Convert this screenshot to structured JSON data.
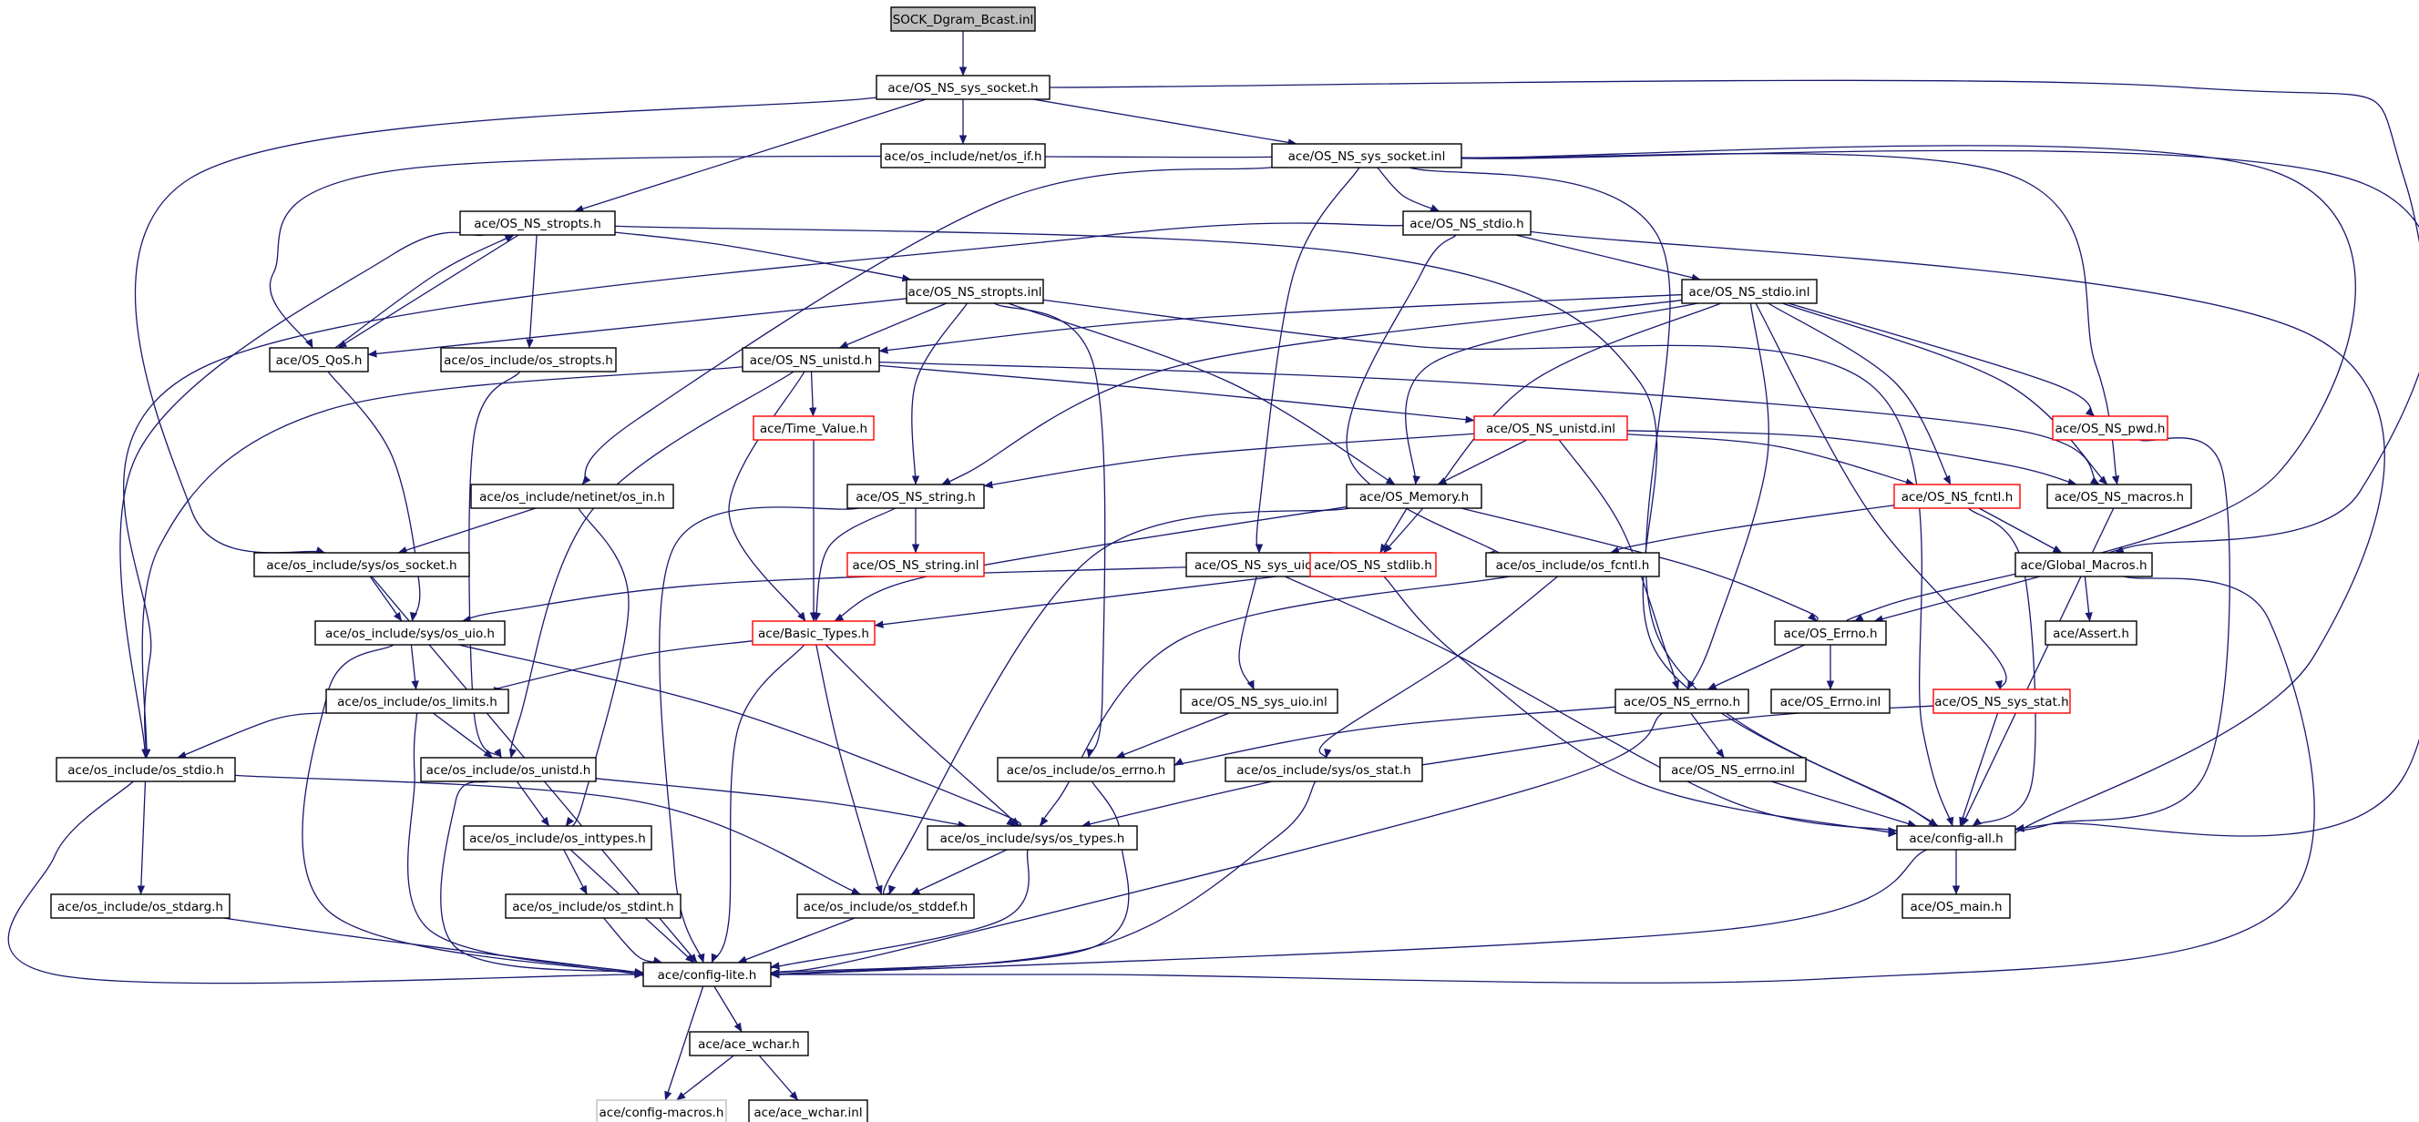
{
  "colors": {
    "edge": "#191970",
    "border_normal": "#000000",
    "border_truncated": "#ff0000",
    "border_undocumented": "#bfbfbf",
    "root_fill": "#bfbfbf",
    "node_fill": "#ffffff",
    "text": "#000000"
  },
  "nodes": {
    "n00": {
      "label": "SOCK_Dgram_Bcast.inl",
      "kind": "root"
    },
    "n01": {
      "label": "ace/OS_NS_sys_socket.h",
      "kind": "normal"
    },
    "n02": {
      "label": "ace/os_include/net/os_if.h",
      "kind": "normal"
    },
    "n03": {
      "label": "ace/OS_NS_sys_socket.inl",
      "kind": "normal"
    },
    "n04": {
      "label": "ace/OS_NS_stropts.h",
      "kind": "normal"
    },
    "n05": {
      "label": "ace/OS_NS_stdio.h",
      "kind": "normal"
    },
    "n06": {
      "label": "ace/OS_NS_stropts.inl",
      "kind": "normal"
    },
    "n07": {
      "label": "ace/OS_NS_stdio.inl",
      "kind": "normal"
    },
    "n08": {
      "label": "ace/OS_QoS.h",
      "kind": "normal"
    },
    "n09": {
      "label": "ace/os_include/os_stropts.h",
      "kind": "normal"
    },
    "n10": {
      "label": "ace/OS_NS_unistd.h",
      "kind": "normal"
    },
    "n11": {
      "label": "ace/Time_Value.h",
      "kind": "truncated"
    },
    "n12": {
      "label": "ace/OS_NS_unistd.inl",
      "kind": "truncated"
    },
    "n13": {
      "label": "ace/OS_NS_pwd.h",
      "kind": "truncated"
    },
    "n14": {
      "label": "ace/os_include/netinet/os_in.h",
      "kind": "normal"
    },
    "n15": {
      "label": "ace/OS_NS_string.h",
      "kind": "normal"
    },
    "n16": {
      "label": "ace/OS_Memory.h",
      "kind": "normal"
    },
    "n17": {
      "label": "ace/OS_NS_fcntl.h",
      "kind": "truncated"
    },
    "n18": {
      "label": "ace/OS_NS_macros.h",
      "kind": "normal"
    },
    "n19": {
      "label": "ace/os_include/sys/os_socket.h",
      "kind": "normal"
    },
    "n20": {
      "label": "ace/OS_NS_string.inl",
      "kind": "truncated"
    },
    "n21": {
      "label": "ace/OS_NS_sys_uio.h",
      "kind": "normal"
    },
    "n22": {
      "label": "ace/OS_NS_stdlib.h",
      "kind": "truncated"
    },
    "n23": {
      "label": "ace/os_include/os_fcntl.h",
      "kind": "normal"
    },
    "n24": {
      "label": "ace/Global_Macros.h",
      "kind": "normal"
    },
    "n25": {
      "label": "ace/os_include/sys/os_uio.h",
      "kind": "normal"
    },
    "n26": {
      "label": "ace/Basic_Types.h",
      "kind": "truncated"
    },
    "n27": {
      "label": "ace/OS_Errno.h",
      "kind": "normal"
    },
    "n28": {
      "label": "ace/Assert.h",
      "kind": "normal"
    },
    "n29": {
      "label": "ace/os_include/os_limits.h",
      "kind": "normal"
    },
    "n30": {
      "label": "ace/OS_NS_sys_uio.inl",
      "kind": "normal"
    },
    "n31": {
      "label": "ace/OS_NS_errno.h",
      "kind": "normal"
    },
    "n32": {
      "label": "ace/OS_Errno.inl",
      "kind": "normal"
    },
    "n33": {
      "label": "ace/OS_NS_sys_stat.h",
      "kind": "truncated"
    },
    "n34": {
      "label": "ace/os_include/os_stdio.h",
      "kind": "normal"
    },
    "n35": {
      "label": "ace/os_include/os_unistd.h",
      "kind": "normal"
    },
    "n36": {
      "label": "ace/os_include/os_errno.h",
      "kind": "normal"
    },
    "n37": {
      "label": "ace/os_include/sys/os_stat.h",
      "kind": "normal"
    },
    "n38": {
      "label": "ace/OS_NS_errno.inl",
      "kind": "normal"
    },
    "n39": {
      "label": "ace/os_include/os_inttypes.h",
      "kind": "normal"
    },
    "n40": {
      "label": "ace/os_include/sys/os_types.h",
      "kind": "normal"
    },
    "n41": {
      "label": "ace/config-all.h",
      "kind": "normal"
    },
    "n42": {
      "label": "ace/os_include/os_stdarg.h",
      "kind": "normal"
    },
    "n43": {
      "label": "ace/os_include/os_stdint.h",
      "kind": "normal"
    },
    "n44": {
      "label": "ace/os_include/os_stddef.h",
      "kind": "normal"
    },
    "n45": {
      "label": "ace/OS_main.h",
      "kind": "normal"
    },
    "n46": {
      "label": "ace/config-lite.h",
      "kind": "normal"
    },
    "n47": {
      "label": "ace/ace_wchar.h",
      "kind": "normal"
    },
    "n48": {
      "label": "ace/config-macros.h",
      "kind": "undocumented"
    },
    "n49": {
      "label": "ace/ace_wchar.inl",
      "kind": "normal"
    }
  },
  "edges": [
    [
      "n00",
      "n01"
    ],
    [
      "n01",
      "n02"
    ],
    [
      "n01",
      "n03"
    ],
    [
      "n01",
      "n04"
    ],
    [
      "n01",
      "n19"
    ],
    [
      "n01",
      "n41"
    ],
    [
      "n03",
      "n05"
    ],
    [
      "n03",
      "n08"
    ],
    [
      "n03",
      "n14"
    ],
    [
      "n03",
      "n21"
    ],
    [
      "n03",
      "n18"
    ],
    [
      "n03",
      "n27"
    ],
    [
      "n03",
      "n24"
    ],
    [
      "n03",
      "n41"
    ],
    [
      "n04",
      "n06"
    ],
    [
      "n04",
      "n08"
    ],
    [
      "n04",
      "n09"
    ],
    [
      "n04",
      "n34"
    ],
    [
      "n04",
      "n41"
    ],
    [
      "n05",
      "n07"
    ],
    [
      "n05",
      "n34"
    ],
    [
      "n05",
      "n23"
    ],
    [
      "n05",
      "n41"
    ],
    [
      "n06",
      "n08"
    ],
    [
      "n06",
      "n10"
    ],
    [
      "n06",
      "n15"
    ],
    [
      "n06",
      "n16"
    ],
    [
      "n06",
      "n36"
    ],
    [
      "n06",
      "n41"
    ],
    [
      "n07",
      "n10"
    ],
    [
      "n07",
      "n15"
    ],
    [
      "n07",
      "n16"
    ],
    [
      "n07",
      "n22"
    ],
    [
      "n07",
      "n17"
    ],
    [
      "n07",
      "n18"
    ],
    [
      "n07",
      "n13"
    ],
    [
      "n07",
      "n31"
    ],
    [
      "n07",
      "n33"
    ],
    [
      "n08",
      "n04"
    ],
    [
      "n08",
      "n25"
    ],
    [
      "n09",
      "n35"
    ],
    [
      "n10",
      "n11"
    ],
    [
      "n10",
      "n12"
    ],
    [
      "n10",
      "n26"
    ],
    [
      "n10",
      "n34"
    ],
    [
      "n10",
      "n35"
    ],
    [
      "n10",
      "n18"
    ],
    [
      "n11",
      "n26"
    ],
    [
      "n12",
      "n15"
    ],
    [
      "n12",
      "n16"
    ],
    [
      "n12",
      "n17"
    ],
    [
      "n12",
      "n18"
    ],
    [
      "n12",
      "n31"
    ],
    [
      "n13",
      "n41"
    ],
    [
      "n14",
      "n19"
    ],
    [
      "n14",
      "n39"
    ],
    [
      "n15",
      "n20"
    ],
    [
      "n15",
      "n26"
    ],
    [
      "n15",
      "n46"
    ],
    [
      "n16",
      "n22"
    ],
    [
      "n16",
      "n26"
    ],
    [
      "n16",
      "n27"
    ],
    [
      "n16",
      "n44"
    ],
    [
      "n17",
      "n23"
    ],
    [
      "n17",
      "n24"
    ],
    [
      "n17",
      "n41"
    ],
    [
      "n18",
      "n41"
    ],
    [
      "n19",
      "n25"
    ],
    [
      "n19",
      "n46"
    ],
    [
      "n21",
      "n25"
    ],
    [
      "n21",
      "n30"
    ],
    [
      "n21",
      "n41"
    ],
    [
      "n22",
      "n26"
    ],
    [
      "n22",
      "n41"
    ],
    [
      "n23",
      "n37"
    ],
    [
      "n23",
      "n40"
    ],
    [
      "n24",
      "n27"
    ],
    [
      "n24",
      "n28"
    ],
    [
      "n24",
      "n46"
    ],
    [
      "n25",
      "n29"
    ],
    [
      "n25",
      "n40"
    ],
    [
      "n25",
      "n46"
    ],
    [
      "n26",
      "n29"
    ],
    [
      "n26",
      "n40"
    ],
    [
      "n26",
      "n44"
    ],
    [
      "n26",
      "n46"
    ],
    [
      "n27",
      "n31"
    ],
    [
      "n27",
      "n32"
    ],
    [
      "n29",
      "n34"
    ],
    [
      "n29",
      "n35"
    ],
    [
      "n29",
      "n46"
    ],
    [
      "n30",
      "n36"
    ],
    [
      "n31",
      "n36"
    ],
    [
      "n31",
      "n38"
    ],
    [
      "n31",
      "n46"
    ],
    [
      "n33",
      "n37"
    ],
    [
      "n33",
      "n41"
    ],
    [
      "n34",
      "n42"
    ],
    [
      "n34",
      "n44"
    ],
    [
      "n34",
      "n46"
    ],
    [
      "n35",
      "n39"
    ],
    [
      "n35",
      "n40"
    ],
    [
      "n35",
      "n46"
    ],
    [
      "n36",
      "n46"
    ],
    [
      "n37",
      "n40"
    ],
    [
      "n37",
      "n46"
    ],
    [
      "n38",
      "n41"
    ],
    [
      "n39",
      "n43"
    ],
    [
      "n39",
      "n46"
    ],
    [
      "n40",
      "n44"
    ],
    [
      "n40",
      "n46"
    ],
    [
      "n41",
      "n45"
    ],
    [
      "n41",
      "n46"
    ],
    [
      "n42",
      "n46"
    ],
    [
      "n43",
      "n46"
    ],
    [
      "n44",
      "n46"
    ],
    [
      "n46",
      "n47"
    ],
    [
      "n46",
      "n48"
    ],
    [
      "n47",
      "n48"
    ],
    [
      "n47",
      "n49"
    ]
  ]
}
